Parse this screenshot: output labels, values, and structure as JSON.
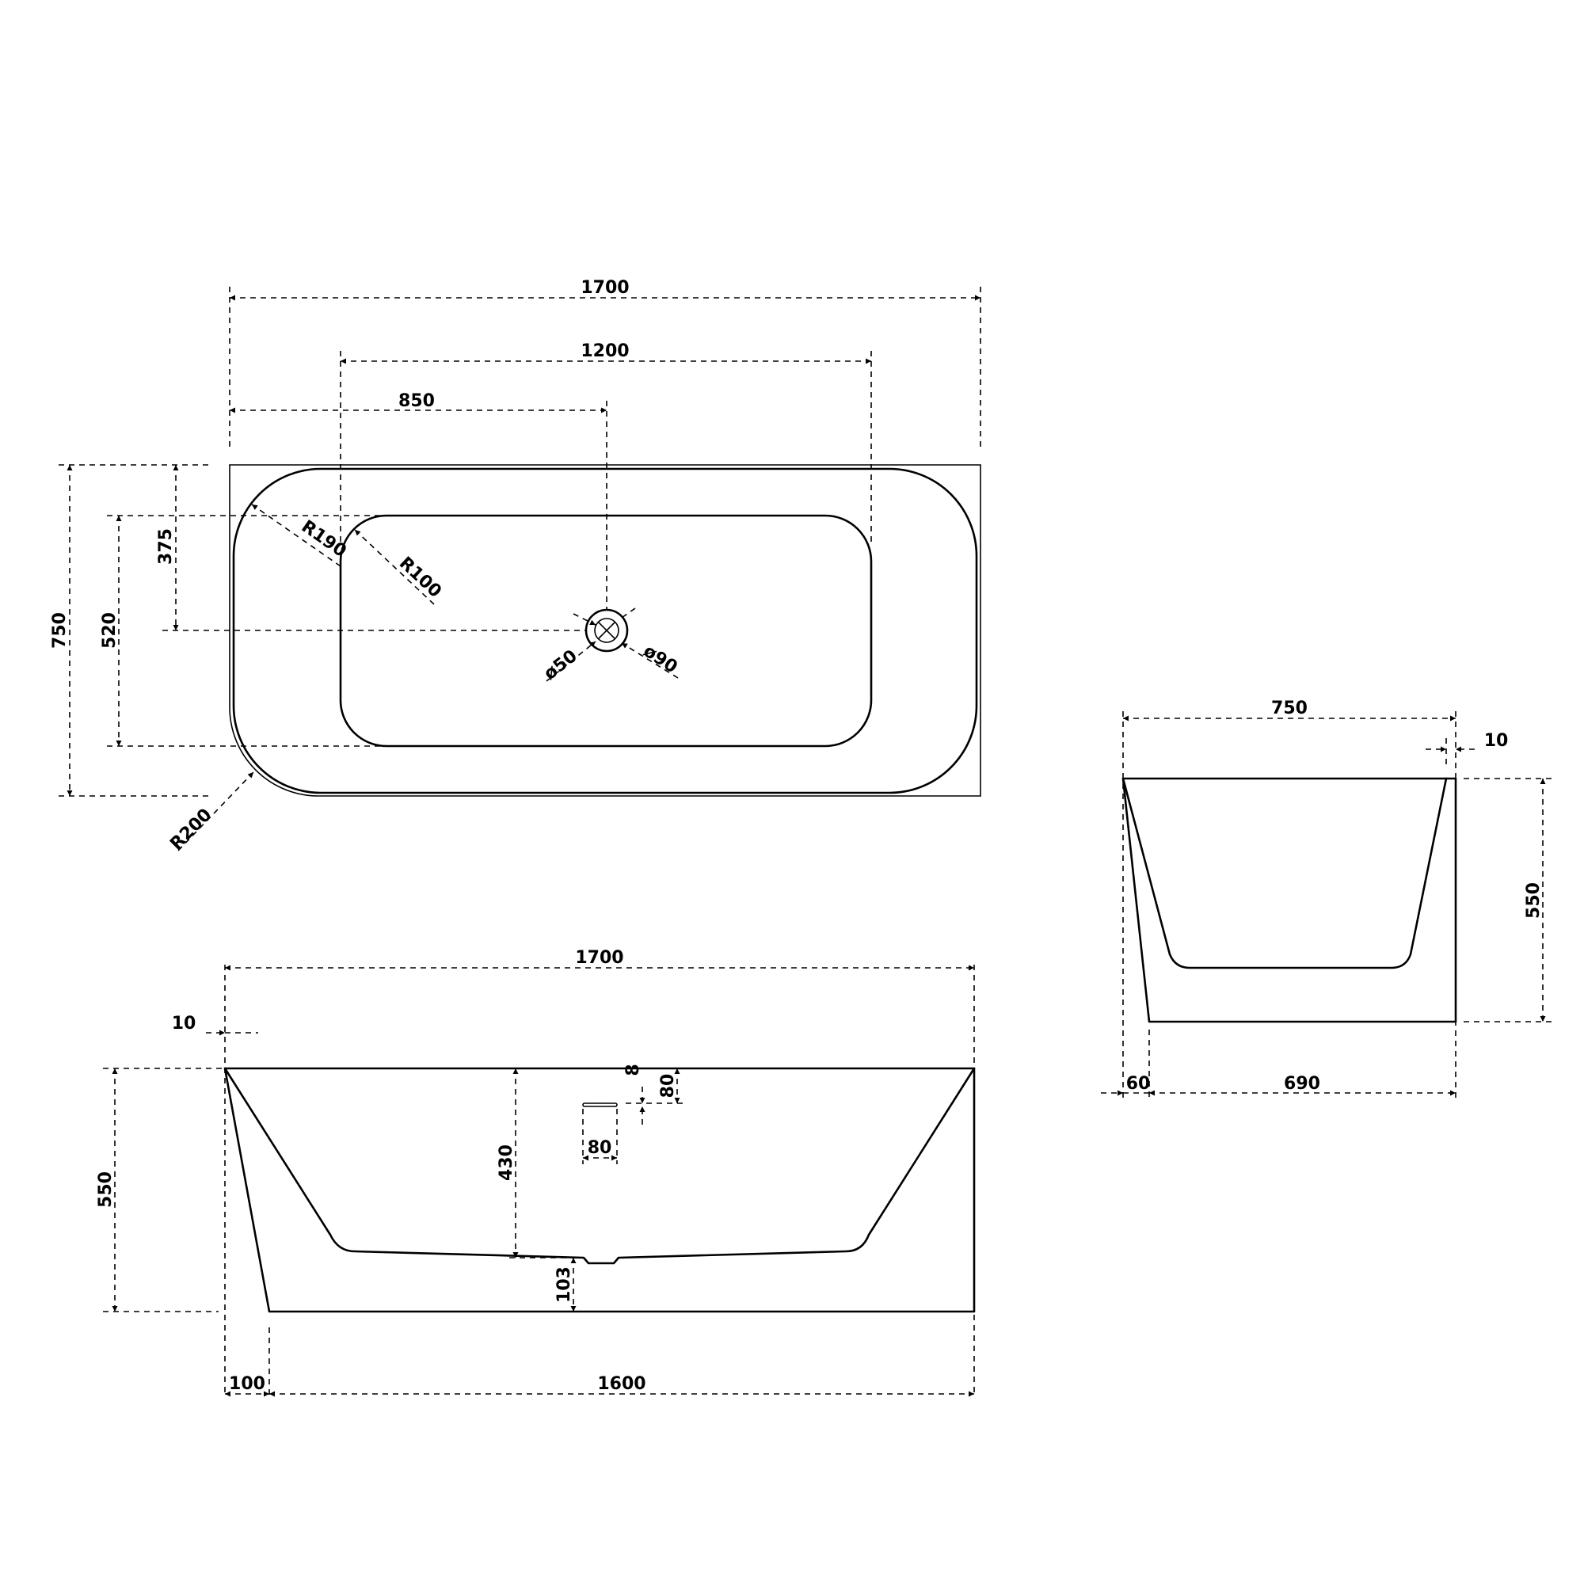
{
  "plan_view": {
    "length": "1700",
    "inner_length": "1200",
    "drain_offset_x": "850",
    "width": "750",
    "inner_width": "520",
    "drain_offset_y": "375",
    "radius_inner_corner": "R190",
    "radius_basin_corner": "R100",
    "radius_outer_corner": "R200",
    "drain_diameter_inner": "ø50",
    "drain_diameter_outer": "ø90"
  },
  "front_view": {
    "length": "1700",
    "rim_offset": "10",
    "height": "550",
    "depth": "430",
    "overflow_offset": "8",
    "overflow_top": "80",
    "overflow_width": "80",
    "base_thickness": "103",
    "base_offset": "100",
    "base_length": "1600"
  },
  "side_view": {
    "width": "750",
    "rim_offset": "10",
    "height": "550",
    "base_offset": "60",
    "base_width": "690"
  }
}
